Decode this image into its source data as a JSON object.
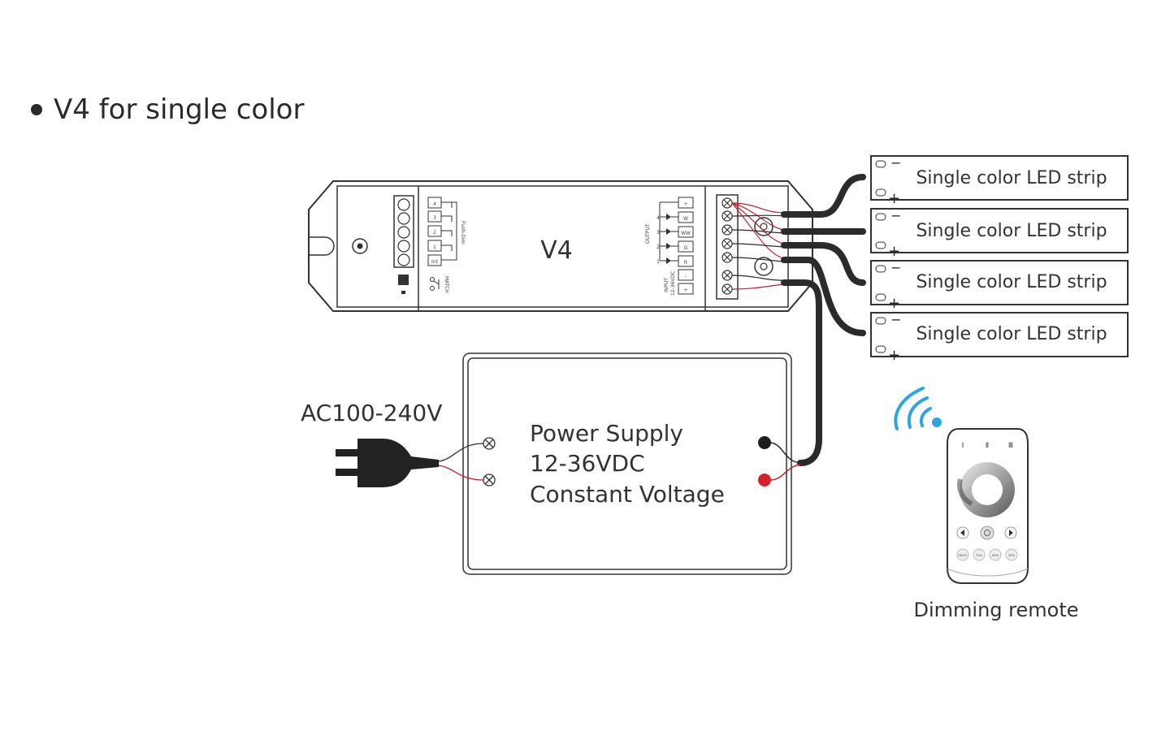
{
  "title": "V4 for single color",
  "controller": {
    "model": "V4",
    "zone_labels": [
      "4",
      "3",
      "2",
      "1",
      "Int"
    ],
    "push_dim_label": "Push-Dim",
    "match_label": "MATCH",
    "output_label": "OUTPUT",
    "output_channels": [
      "V+",
      "W",
      "WW",
      "G",
      "R"
    ],
    "output_channel_numbers": [
      "4",
      "3",
      "2",
      "1"
    ],
    "input_label": "INPUT",
    "input_voltage": "12-36VDC",
    "input_pins": [
      "-",
      "+"
    ]
  },
  "led_strips": [
    {
      "label": "Single color LED strip",
      "neg": "−",
      "pos": "+"
    },
    {
      "label": "Single color LED strip",
      "neg": "−",
      "pos": "+"
    },
    {
      "label": "Single color LED strip",
      "neg": "−",
      "pos": "+"
    },
    {
      "label": "Single color LED strip",
      "neg": "−",
      "pos": "+"
    }
  ],
  "mains": {
    "label": "AC100-240V"
  },
  "power_supply": {
    "line1": "Power Supply",
    "line2": "12-36VDC",
    "line3": "Constant Voltage"
  },
  "remote": {
    "label": "Dimming remote",
    "zone_buttons": [
      "Ⅰ",
      "Ⅱ",
      "Ⅲ"
    ],
    "preset_buttons": [
      "100%",
      "75%",
      "50%",
      "25%"
    ]
  },
  "colors": {
    "wire": "#2b2b2b",
    "red_wire": "#c0202a",
    "signal": "#2aa6e0",
    "outline": "#333333"
  }
}
